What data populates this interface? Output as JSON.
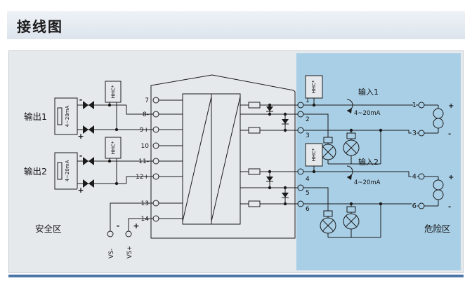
{
  "title": "接线图",
  "zones": {
    "safe": "安全区",
    "hazard": "危险区"
  },
  "power": {
    "neg": "VS-",
    "pos": "VS+",
    "neg_sign": "-",
    "pos_sign": "+"
  },
  "hhc": "HHC*",
  "outputs": [
    {
      "name": "输出1",
      "range": "4~20mA",
      "neg_sign": "-",
      "pos_sign": "+"
    },
    {
      "name": "输出2",
      "range": "4~20mA",
      "neg_sign": "-",
      "pos_sign": "+"
    }
  ],
  "inputs": [
    {
      "name": "输入1",
      "range": "4~20mA"
    },
    {
      "name": "输入2",
      "range": "4~20mA"
    }
  ],
  "left_terminals": [
    "7",
    "8-",
    "9+",
    "10",
    "11-",
    "12+",
    "13",
    "14"
  ],
  "right_terminals": [
    "1",
    "2",
    "3",
    "4",
    "5",
    "6"
  ],
  "source_groups": [
    {
      "top_num": "1",
      "top_sign": "+",
      "bottom_num": "3",
      "bottom_sign": "-"
    },
    {
      "top_num": "4",
      "top_sign": "+",
      "bottom_num": "6",
      "bottom_sign": "-"
    }
  ],
  "colors": {
    "hazard_bg": "#a9cfe6",
    "panel_bg": "#e6e9ec",
    "line": "#1a1a1a",
    "accent_bar": "#4a77a8"
  }
}
